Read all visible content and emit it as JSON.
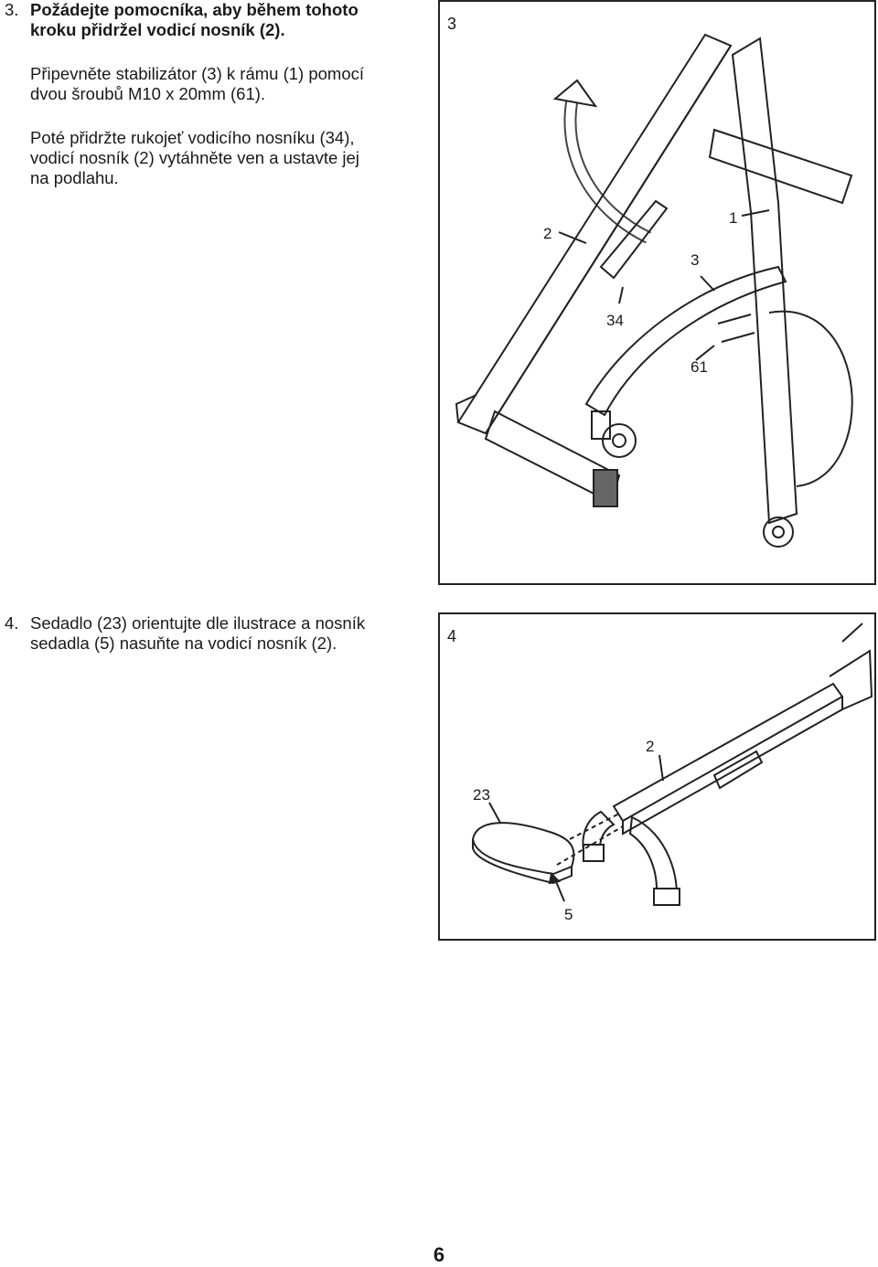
{
  "step3": {
    "number": "3.",
    "heading_line1": "Požádejte pomocníka, aby během tohoto",
    "heading_line2": "kroku přidržel vodicí nosník (2).",
    "para1_line1": "Připevněte stabilizátor (3) k rámu (1) pomocí",
    "para1_line2": "dvou šroubů M10 x 20mm (61).",
    "para2_line1": "Poté přidržte rukojeť vodicího nosníku (34),",
    "para2_line2": "vodicí nosník (2) vytáhněte ven a ustavte jej",
    "para2_line3": "na podlahu."
  },
  "figure3": {
    "panel_number": "3",
    "callouts": {
      "rail": "2",
      "frame": "1",
      "stabilizer": "3",
      "handle": "34",
      "bolts": "61"
    }
  },
  "step4": {
    "number": "4.",
    "line1": "Sedadlo (23) orientujte dle ilustrace a nosník",
    "line2": "sedadla (5) nasuňte na vodicí nosník (2)."
  },
  "figure4": {
    "panel_number": "4",
    "callouts": {
      "rail": "2",
      "seat": "23",
      "seat_carriage": "5"
    }
  },
  "page_number": "6"
}
